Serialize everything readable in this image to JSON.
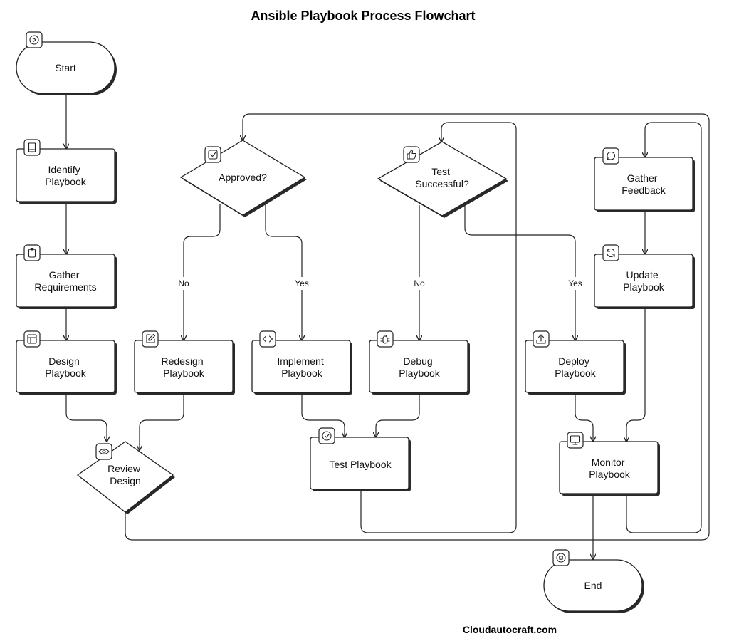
{
  "title": "Ansible Playbook Process Flowchart",
  "credit": "Cloudautocraft.com",
  "nodes": {
    "start": "Start",
    "identify": [
      "Identify",
      "Playbook"
    ],
    "gather_req": [
      "Gather",
      "Requirements"
    ],
    "design": [
      "Design",
      "Playbook"
    ],
    "review": [
      "Review",
      "Design"
    ],
    "approved": "Approved?",
    "redesign": [
      "Redesign",
      "Playbook"
    ],
    "implement": [
      "Implement",
      "Playbook"
    ],
    "test": "Test Playbook",
    "test_ok": [
      "Test",
      "Successful?"
    ],
    "debug": [
      "Debug",
      "Playbook"
    ],
    "deploy": [
      "Deploy",
      "Playbook"
    ],
    "monitor": [
      "Monitor",
      "Playbook"
    ],
    "feedback": [
      "Gather",
      "Feedback"
    ],
    "update": [
      "Update",
      "Playbook"
    ],
    "end": "End"
  },
  "edge_labels": {
    "approved_no": "No",
    "approved_yes": "Yes",
    "test_no": "No",
    "test_yes": "Yes"
  },
  "icons": {
    "start": "play-icon",
    "identify": "book-icon",
    "gather_req": "clipboard-icon",
    "design": "layout-icon",
    "review": "eye-icon",
    "approved": "checkbox-icon",
    "redesign": "edit-icon",
    "implement": "code-icon",
    "test": "check-circle-icon",
    "test_ok": "thumbs-up-icon",
    "debug": "bug-icon",
    "deploy": "upload-icon",
    "monitor": "monitor-icon",
    "feedback": "message-icon",
    "update": "refresh-icon",
    "end": "stop-icon"
  }
}
